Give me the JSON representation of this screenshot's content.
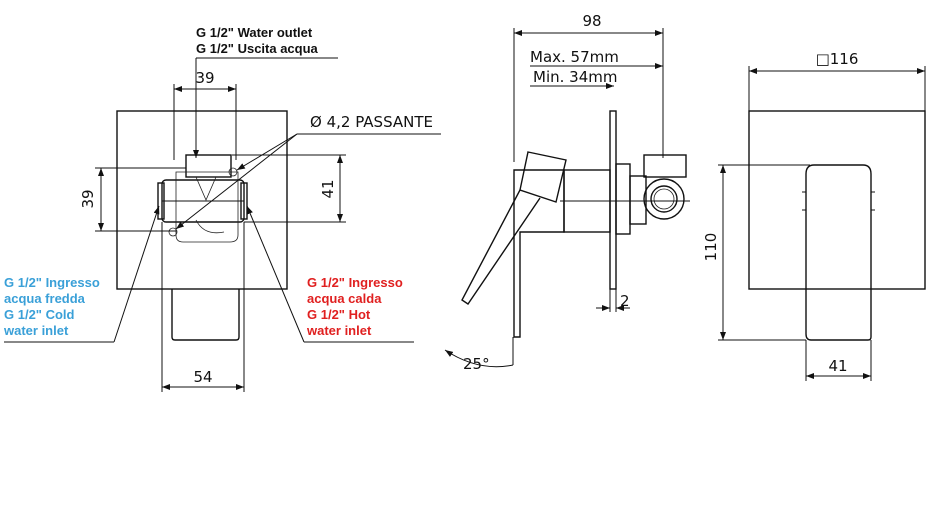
{
  "colors": {
    "line": "#111111",
    "cold": "#3aa0d8",
    "hot": "#e02020"
  },
  "front_view": {
    "outlet_label_line1": "G 1/2\" Water outlet",
    "outlet_label_line2": "G 1/2\" Uscita acqua",
    "dim_39_top": "39",
    "hole_label": "Ø 4,2 PASSANTE",
    "dim_39_left": "39",
    "dim_41_right": "41",
    "dim_54": "54",
    "cold_inlet": [
      "G 1/2\" Ingresso",
      "acqua fredda",
      "G 1/2\" Cold",
      "water inlet"
    ],
    "hot_inlet": [
      "G 1/2\" Ingresso",
      "acqua calda",
      "G 1/2\" Hot",
      "water inlet"
    ]
  },
  "side_view": {
    "dim_98": "98",
    "max_depth": "Max. 57mm",
    "min_depth": "Min. 34mm",
    "dim_2": "2",
    "angle": "25°"
  },
  "plate_view": {
    "dim_square": "□116",
    "dim_110": "110",
    "dim_41": "41"
  }
}
